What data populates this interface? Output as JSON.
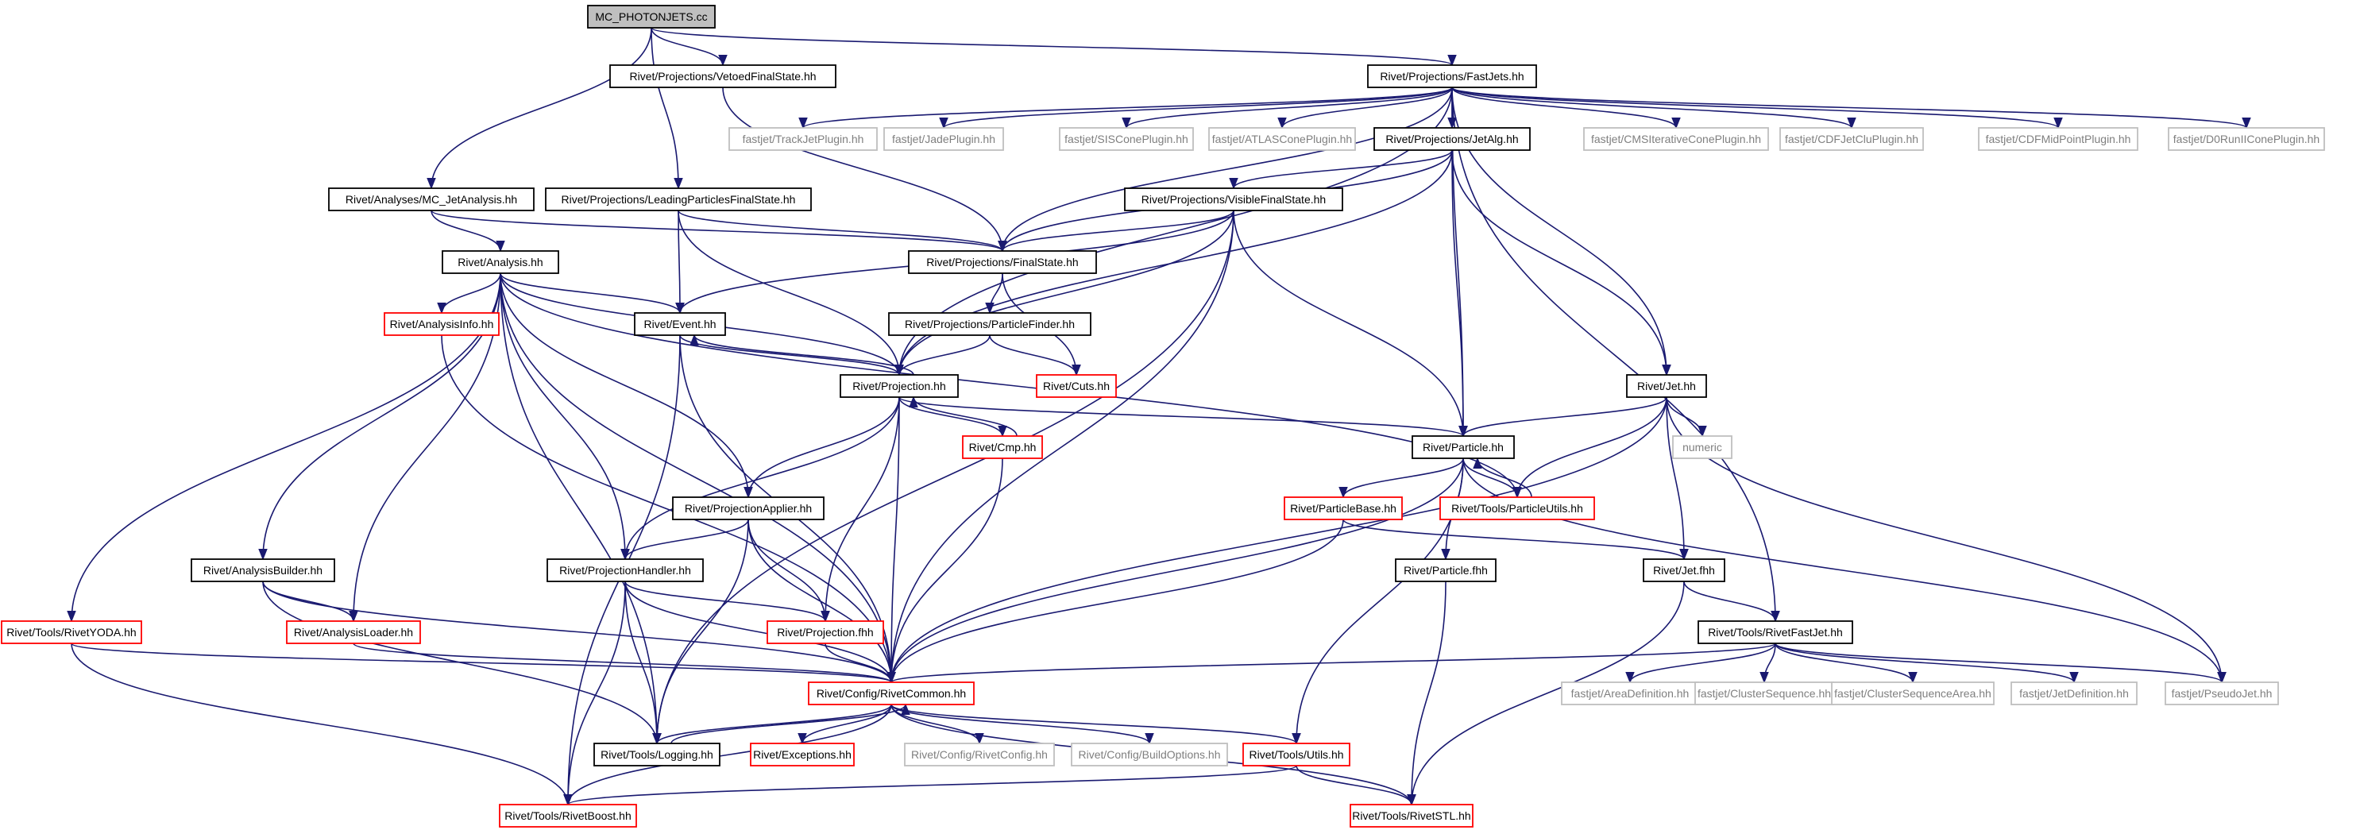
{
  "title": "MC_PHOTONJETS.cc",
  "colors": {
    "edge": "#191970",
    "root_fill": "#bfbfbf",
    "normal_border": "#000000",
    "documented_border": "#ff0000",
    "external_border": "#bfbfbf",
    "external_text": "#7f7f7f"
  },
  "nodes": [
    {
      "label": "MC_PHOTONJETS.cc",
      "kind": "root"
    },
    {
      "label": "Rivet/Projections/VetoedFinalState.hh",
      "kind": "normal"
    },
    {
      "label": "Rivet/Projections/FastJets.hh",
      "kind": "normal"
    },
    {
      "label": "fastjet/TrackJetPlugin.hh",
      "kind": "external"
    },
    {
      "label": "fastjet/JadePlugin.hh",
      "kind": "external"
    },
    {
      "label": "fastjet/SISConePlugin.hh",
      "kind": "external"
    },
    {
      "label": "fastjet/ATLASConePlugin.hh",
      "kind": "external"
    },
    {
      "label": "Rivet/Projections/JetAlg.hh",
      "kind": "normal"
    },
    {
      "label": "fastjet/CMSIterativeConePlugin.hh",
      "kind": "external"
    },
    {
      "label": "fastjet/CDFJetCluPlugin.hh",
      "kind": "external"
    },
    {
      "label": "fastjet/CDFMidPointPlugin.hh",
      "kind": "external"
    },
    {
      "label": "fastjet/D0RunIIConePlugin.hh",
      "kind": "external"
    },
    {
      "label": "Rivet/Analyses/MC_JetAnalysis.hh",
      "kind": "normal"
    },
    {
      "label": "Rivet/Projections/LeadingParticlesFinalState.hh",
      "kind": "normal"
    },
    {
      "label": "Rivet/Projections/VisibleFinalState.hh",
      "kind": "normal"
    },
    {
      "label": "Rivet/Analysis.hh",
      "kind": "normal"
    },
    {
      "label": "Rivet/Projections/FinalState.hh",
      "kind": "normal"
    },
    {
      "label": "Rivet/AnalysisInfo.hh",
      "kind": "documented"
    },
    {
      "label": "Rivet/Event.hh",
      "kind": "normal"
    },
    {
      "label": "Rivet/Projections/ParticleFinder.hh",
      "kind": "normal"
    },
    {
      "label": "Rivet/Projection.hh",
      "kind": "normal"
    },
    {
      "label": "Rivet/Cuts.hh",
      "kind": "documented"
    },
    {
      "label": "Rivet/Jet.hh",
      "kind": "normal"
    },
    {
      "label": "Rivet/Cmp.hh",
      "kind": "documented"
    },
    {
      "label": "numeric",
      "kind": "external"
    },
    {
      "label": "Rivet/Particle.hh",
      "kind": "normal"
    },
    {
      "label": "Rivet/ParticleBase.hh",
      "kind": "documented"
    },
    {
      "label": "Rivet/Tools/ParticleUtils.hh",
      "kind": "documented"
    },
    {
      "label": "Rivet/ProjectionApplier.hh",
      "kind": "normal"
    },
    {
      "label": "Rivet/AnalysisBuilder.hh",
      "kind": "normal"
    },
    {
      "label": "Rivet/ProjectionHandler.hh",
      "kind": "normal"
    },
    {
      "label": "Rivet/Particle.fhh",
      "kind": "normal"
    },
    {
      "label": "Rivet/Jet.fhh",
      "kind": "normal"
    },
    {
      "label": "Rivet/Tools/RivetYODA.hh",
      "kind": "documented"
    },
    {
      "label": "Rivet/AnalysisLoader.hh",
      "kind": "documented"
    },
    {
      "label": "Rivet/Projection.fhh",
      "kind": "documented"
    },
    {
      "label": "Rivet/Tools/RivetFastJet.hh",
      "kind": "normal"
    },
    {
      "label": "Rivet/Config/RivetCommon.hh",
      "kind": "documented"
    },
    {
      "label": "fastjet/AreaDefinition.hh",
      "kind": "external"
    },
    {
      "label": "fastjet/ClusterSequence.hh",
      "kind": "external"
    },
    {
      "label": "fastjet/ClusterSequenceArea.hh",
      "kind": "external"
    },
    {
      "label": "fastjet/JetDefinition.hh",
      "kind": "external"
    },
    {
      "label": "fastjet/PseudoJet.hh",
      "kind": "external"
    },
    {
      "label": "Rivet/Tools/Logging.hh",
      "kind": "normal"
    },
    {
      "label": "Rivet/Exceptions.hh",
      "kind": "documented"
    },
    {
      "label": "Rivet/Config/RivetConfig.hh",
      "kind": "external"
    },
    {
      "label": "Rivet/Config/BuildOptions.hh",
      "kind": "external"
    },
    {
      "label": "Rivet/Tools/Utils.hh",
      "kind": "documented"
    },
    {
      "label": "Rivet/Tools/RivetBoost.hh",
      "kind": "documented"
    },
    {
      "label": "Rivet/Tools/RivetSTL.hh",
      "kind": "documented"
    }
  ],
  "edges": [
    [
      "MC_PHOTONJETS.cc",
      "Rivet/Projections/VetoedFinalState.hh"
    ],
    [
      "MC_PHOTONJETS.cc",
      "Rivet/Projections/FastJets.hh"
    ],
    [
      "MC_PHOTONJETS.cc",
      "Rivet/Analyses/MC_JetAnalysis.hh"
    ],
    [
      "MC_PHOTONJETS.cc",
      "Rivet/Projections/LeadingParticlesFinalState.hh"
    ],
    [
      "Rivet/Projections/VetoedFinalState.hh",
      "Rivet/Projections/FinalState.hh"
    ],
    [
      "Rivet/Projections/FastJets.hh",
      "fastjet/TrackJetPlugin.hh"
    ],
    [
      "Rivet/Projections/FastJets.hh",
      "fastjet/JadePlugin.hh"
    ],
    [
      "Rivet/Projections/FastJets.hh",
      "fastjet/SISConePlugin.hh"
    ],
    [
      "Rivet/Projections/FastJets.hh",
      "fastjet/ATLASConePlugin.hh"
    ],
    [
      "Rivet/Projections/FastJets.hh",
      "Rivet/Projections/JetAlg.hh"
    ],
    [
      "Rivet/Projections/FastJets.hh",
      "fastjet/CMSIterativeConePlugin.hh"
    ],
    [
      "Rivet/Projections/FastJets.hh",
      "fastjet/CDFJetCluPlugin.hh"
    ],
    [
      "Rivet/Projections/FastJets.hh",
      "fastjet/CDFMidPointPlugin.hh"
    ],
    [
      "Rivet/Projections/FastJets.hh",
      "fastjet/D0RunIIConePlugin.hh"
    ],
    [
      "Rivet/Projections/FastJets.hh",
      "Rivet/Projection.hh"
    ],
    [
      "Rivet/Projections/FastJets.hh",
      "Rivet/Projections/FinalState.hh"
    ],
    [
      "Rivet/Projections/FastJets.hh",
      "Rivet/Particle.hh"
    ],
    [
      "Rivet/Projections/FastJets.hh",
      "Rivet/Jet.hh"
    ],
    [
      "Rivet/Projections/FastJets.hh",
      "Rivet/Tools/RivetFastJet.hh"
    ],
    [
      "Rivet/Projections/JetAlg.hh",
      "Rivet/Projections/VisibleFinalState.hh"
    ],
    [
      "Rivet/Projections/JetAlg.hh",
      "Rivet/Projections/FinalState.hh"
    ],
    [
      "Rivet/Projections/JetAlg.hh",
      "Rivet/Projection.hh"
    ],
    [
      "Rivet/Projections/JetAlg.hh",
      "Rivet/Particle.hh"
    ],
    [
      "Rivet/Projections/JetAlg.hh",
      "Rivet/Jet.hh"
    ],
    [
      "Rivet/Analyses/MC_JetAnalysis.hh",
      "Rivet/Analysis.hh"
    ],
    [
      "Rivet/Analyses/MC_JetAnalysis.hh",
      "Rivet/Projections/FinalState.hh"
    ],
    [
      "Rivet/Projections/LeadingParticlesFinalState.hh",
      "Rivet/Projections/FinalState.hh"
    ],
    [
      "Rivet/Projections/LeadingParticlesFinalState.hh",
      "Rivet/Event.hh"
    ],
    [
      "Rivet/Projections/LeadingParticlesFinalState.hh",
      "Rivet/Projection.hh"
    ],
    [
      "Rivet/Projections/VisibleFinalState.hh",
      "Rivet/Projections/FinalState.hh"
    ],
    [
      "Rivet/Projections/VisibleFinalState.hh",
      "Rivet/Event.hh"
    ],
    [
      "Rivet/Projections/VisibleFinalState.hh",
      "Rivet/Projection.hh"
    ],
    [
      "Rivet/Projections/VisibleFinalState.hh",
      "Rivet/Particle.hh"
    ],
    [
      "Rivet/Projections/VisibleFinalState.hh",
      "Rivet/Config/RivetCommon.hh"
    ],
    [
      "Rivet/Projections/VisibleFinalState.hh",
      "Rivet/Tools/Logging.hh"
    ],
    [
      "Rivet/Analysis.hh",
      "Rivet/AnalysisInfo.hh"
    ],
    [
      "Rivet/Analysis.hh",
      "Rivet/Event.hh"
    ],
    [
      "Rivet/Analysis.hh",
      "Rivet/Projection.hh"
    ],
    [
      "Rivet/Analysis.hh",
      "Rivet/Tools/ParticleUtils.hh"
    ],
    [
      "Rivet/Analysis.hh",
      "Rivet/ProjectionApplier.hh"
    ],
    [
      "Rivet/Analysis.hh",
      "Rivet/AnalysisBuilder.hh"
    ],
    [
      "Rivet/Analysis.hh",
      "Rivet/ProjectionHandler.hh"
    ],
    [
      "Rivet/Analysis.hh",
      "Rivet/Tools/RivetYODA.hh"
    ],
    [
      "Rivet/Analysis.hh",
      "Rivet/AnalysisLoader.hh"
    ],
    [
      "Rivet/Analysis.hh",
      "Rivet/Config/RivetCommon.hh"
    ],
    [
      "Rivet/Analysis.hh",
      "Rivet/Tools/Logging.hh"
    ],
    [
      "Rivet/Projections/FinalState.hh",
      "Rivet/Projections/ParticleFinder.hh"
    ],
    [
      "Rivet/Projections/FinalState.hh",
      "Rivet/Cuts.hh"
    ],
    [
      "Rivet/AnalysisInfo.hh",
      "Rivet/Config/RivetCommon.hh"
    ],
    [
      "Rivet/Event.hh",
      "Rivet/Projection.hh"
    ],
    [
      "Rivet/Event.hh",
      "Rivet/Config/RivetCommon.hh"
    ],
    [
      "Rivet/Event.hh",
      "Rivet/Tools/RivetBoost.hh"
    ],
    [
      "Rivet/Projections/ParticleFinder.hh",
      "Rivet/Projection.hh"
    ],
    [
      "Rivet/Projections/ParticleFinder.hh",
      "Rivet/Cuts.hh"
    ],
    [
      "Rivet/Projection.hh",
      "Rivet/Event.hh"
    ],
    [
      "Rivet/Projection.hh",
      "Rivet/Cmp.hh"
    ],
    [
      "Rivet/Projection.hh",
      "Rivet/Particle.hh"
    ],
    [
      "Rivet/Projection.hh",
      "Rivet/ProjectionApplier.hh"
    ],
    [
      "Rivet/Projection.hh",
      "Rivet/ProjectionHandler.hh"
    ],
    [
      "Rivet/Projection.hh",
      "Rivet/Projection.fhh"
    ],
    [
      "Rivet/Projection.hh",
      "Rivet/Config/RivetCommon.hh"
    ],
    [
      "Rivet/Cmp.hh",
      "Rivet/Projection.hh"
    ],
    [
      "Rivet/Cmp.hh",
      "Rivet/Config/RivetCommon.hh"
    ],
    [
      "Rivet/Jet.hh",
      "numeric"
    ],
    [
      "Rivet/Jet.hh",
      "Rivet/Particle.hh"
    ],
    [
      "Rivet/Jet.hh",
      "Rivet/Tools/ParticleUtils.hh"
    ],
    [
      "Rivet/Jet.hh",
      "Rivet/Jet.fhh"
    ],
    [
      "Rivet/Jet.hh",
      "Rivet/Config/RivetCommon.hh"
    ],
    [
      "Rivet/Jet.hh",
      "fastjet/PseudoJet.hh"
    ],
    [
      "Rivet/Particle.hh",
      "Rivet/ParticleBase.hh"
    ],
    [
      "Rivet/Particle.hh",
      "Rivet/Tools/ParticleUtils.hh"
    ],
    [
      "Rivet/Particle.hh",
      "Rivet/Particle.fhh"
    ],
    [
      "Rivet/Particle.hh",
      "Rivet/Config/RivetCommon.hh"
    ],
    [
      "Rivet/Particle.hh",
      "Rivet/Tools/Utils.hh"
    ],
    [
      "Rivet/Particle.hh",
      "fastjet/PseudoJet.hh"
    ],
    [
      "Rivet/Tools/ParticleUtils.hh",
      "Rivet/Particle.hh"
    ],
    [
      "Rivet/ParticleBase.hh",
      "Rivet/Jet.fhh"
    ],
    [
      "Rivet/ParticleBase.hh",
      "Rivet/Config/RivetCommon.hh"
    ],
    [
      "Rivet/ProjectionApplier.hh",
      "Rivet/ProjectionHandler.hh"
    ],
    [
      "Rivet/ProjectionApplier.hh",
      "Rivet/Projection.fhh"
    ],
    [
      "Rivet/ProjectionApplier.hh",
      "Rivet/Config/RivetCommon.hh"
    ],
    [
      "Rivet/ProjectionApplier.hh",
      "Rivet/Tools/Logging.hh"
    ],
    [
      "Rivet/AnalysisBuilder.hh",
      "Rivet/AnalysisLoader.hh"
    ],
    [
      "Rivet/AnalysisBuilder.hh",
      "Rivet/Config/RivetCommon.hh"
    ],
    [
      "Rivet/AnalysisBuilder.hh",
      "Rivet/Tools/Logging.hh"
    ],
    [
      "Rivet/ProjectionHandler.hh",
      "Rivet/Projection.fhh"
    ],
    [
      "Rivet/ProjectionHandler.hh",
      "Rivet/Config/RivetCommon.hh"
    ],
    [
      "Rivet/ProjectionHandler.hh",
      "Rivet/Tools/Logging.hh"
    ],
    [
      "Rivet/ProjectionHandler.hh",
      "Rivet/Tools/RivetBoost.hh"
    ],
    [
      "Rivet/Particle.fhh",
      "Rivet/Tools/RivetSTL.hh"
    ],
    [
      "Rivet/Jet.fhh",
      "Rivet/Tools/RivetFastJet.hh"
    ],
    [
      "Rivet/Jet.fhh",
      "Rivet/Tools/RivetSTL.hh"
    ],
    [
      "Rivet/Tools/RivetYODA.hh",
      "Rivet/Config/RivetCommon.hh"
    ],
    [
      "Rivet/Tools/RivetYODA.hh",
      "Rivet/Tools/RivetBoost.hh"
    ],
    [
      "Rivet/AnalysisLoader.hh",
      "Rivet/Config/RivetCommon.hh"
    ],
    [
      "Rivet/Projection.fhh",
      "Rivet/Config/RivetCommon.hh"
    ],
    [
      "Rivet/Tools/RivetFastJet.hh",
      "Rivet/Config/RivetCommon.hh"
    ],
    [
      "Rivet/Tools/RivetFastJet.hh",
      "fastjet/AreaDefinition.hh"
    ],
    [
      "Rivet/Tools/RivetFastJet.hh",
      "fastjet/ClusterSequence.hh"
    ],
    [
      "Rivet/Tools/RivetFastJet.hh",
      "fastjet/ClusterSequenceArea.hh"
    ],
    [
      "Rivet/Tools/RivetFastJet.hh",
      "fastjet/JetDefinition.hh"
    ],
    [
      "Rivet/Tools/RivetFastJet.hh",
      "fastjet/PseudoJet.hh"
    ],
    [
      "Rivet/Config/RivetCommon.hh",
      "Rivet/Tools/Logging.hh"
    ],
    [
      "Rivet/Config/RivetCommon.hh",
      "Rivet/Exceptions.hh"
    ],
    [
      "Rivet/Config/RivetCommon.hh",
      "Rivet/Config/RivetConfig.hh"
    ],
    [
      "Rivet/Config/RivetCommon.hh",
      "Rivet/Config/BuildOptions.hh"
    ],
    [
      "Rivet/Config/RivetCommon.hh",
      "Rivet/Tools/Utils.hh"
    ],
    [
      "Rivet/Config/RivetCommon.hh",
      "Rivet/Tools/RivetBoost.hh"
    ],
    [
      "Rivet/Config/RivetCommon.hh",
      "Rivet/Tools/RivetSTL.hh"
    ],
    [
      "Rivet/Tools/Logging.hh",
      "Rivet/Config/RivetCommon.hh"
    ],
    [
      "Rivet/Tools/Utils.hh",
      "Rivet/Tools/RivetBoost.hh"
    ],
    [
      "Rivet/Tools/Utils.hh",
      "Rivet/Tools/RivetSTL.hh"
    ]
  ]
}
